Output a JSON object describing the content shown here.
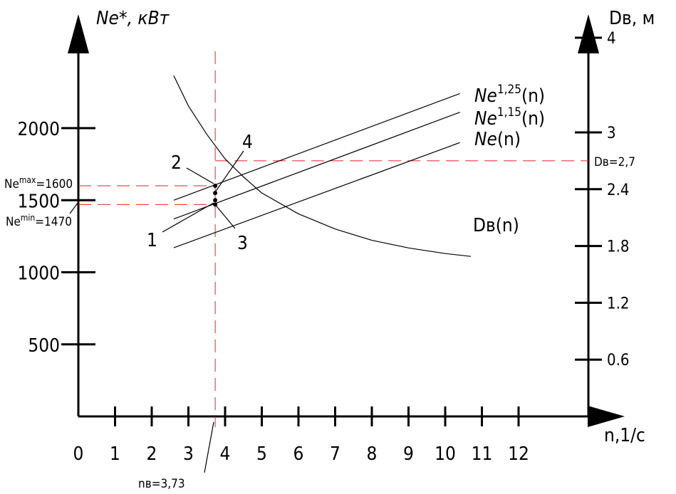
{
  "chart_data": {
    "type": "line",
    "left_axis": {
      "title": "Ne*, кВт",
      "ticks": [
        500,
        1000,
        1500,
        2000
      ]
    },
    "right_axis": {
      "title": "Dв, м",
      "ticks": [
        0.6,
        1.2,
        1.8,
        2.4,
        3,
        4
      ]
    },
    "x_axis": {
      "title": "n,1/c",
      "ticks": [
        0,
        1,
        2,
        3,
        4,
        5,
        6,
        7,
        8,
        9,
        10,
        11,
        12
      ],
      "range": [
        0,
        14
      ]
    },
    "series": [
      {
        "name": "Ne1,25(n)",
        "axis": "left",
        "x": [
          2.6,
          10.4
        ],
        "y": [
          1500,
          2240
        ]
      },
      {
        "name": "Ne1,15(n)",
        "axis": "left",
        "x": [
          2.6,
          10.4
        ],
        "y": [
          1370,
          2110
        ]
      },
      {
        "name": "Ne(n)",
        "axis": "left",
        "x": [
          2.6,
          10.4
        ],
        "y": [
          1170,
          1900
        ]
      },
      {
        "name": "Dв(n)",
        "axis": "right",
        "x": [
          2.6,
          3.0,
          3.5,
          4.0,
          4.5,
          5.0,
          6.0,
          7.0,
          8.0,
          9.0,
          10.0,
          10.7
        ],
        "y": [
          3.6,
          3.28,
          2.98,
          2.72,
          2.53,
          2.36,
          2.14,
          1.98,
          1.86,
          1.78,
          1.72,
          1.69
        ]
      }
    ],
    "points": [
      {
        "label": "1",
        "x": 3.73,
        "y": 1470
      },
      {
        "label": "2",
        "x": 3.73,
        "y": 1600
      },
      {
        "label": "3",
        "x": 3.73,
        "y": 1500
      },
      {
        "label": "4",
        "x": 3.73,
        "y": 1550
      }
    ],
    "annotations": {
      "ne_max": "Ne",
      "ne_max_sup": "max",
      "ne_max_val": "=1600",
      "ne_min": "Ne",
      "ne_min_sup": "min",
      "ne_min_val": "=1470",
      "nv": "nв=3,73",
      "dv": "Dв=2,7",
      "label1": "1",
      "label2": "2",
      "label3": "3",
      "label4": "4"
    },
    "reference_values": {
      "nv": 3.73,
      "ne_max": 1600,
      "ne_min": 1470,
      "dv": 2.7
    },
    "legend_labels": {
      "ne125_base": "Ne",
      "ne125_sup": "1,25",
      "ne125_tail": "(n)",
      "ne115_base": "Ne",
      "ne115_sup": "1,15",
      "ne115_tail": "(n)",
      "ne_base": "Ne",
      "ne_tail": "(n)",
      "dv_curve": "Dв(n)"
    },
    "colors": {
      "axes": "#000000",
      "guides": "#e0202a"
    }
  }
}
